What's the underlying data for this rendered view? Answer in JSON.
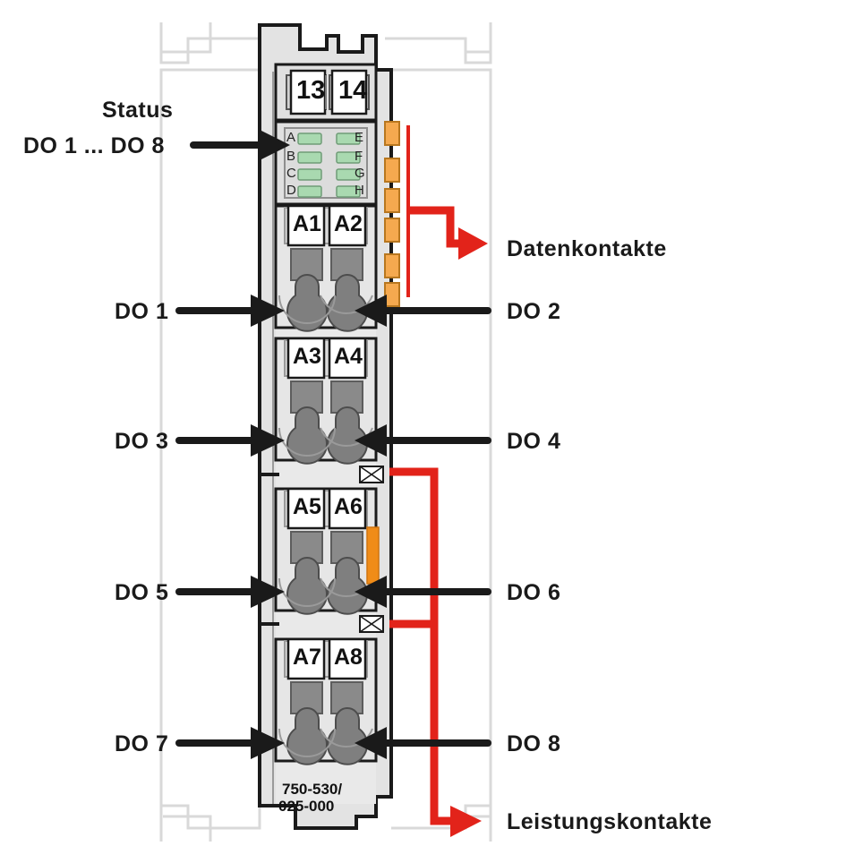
{
  "diagram": {
    "title": "WAGO 750-530/025-000 digital output module terminal assignment",
    "model_number_line1": "750-530/",
    "model_number_line2": "025-000",
    "colors": {
      "red_accent": "#e2231a",
      "orange_contact": "#f5a94f",
      "orange_power": "#f08c18",
      "module_body": "#e3e3e3",
      "module_body_dark": "#d6d6d6",
      "led_green": "#a9d9b0",
      "terminal_gray": "#7f7f7f",
      "square_gray": "#8a8a8a",
      "outline": "#1a1a1a",
      "ghost_outline": "#d9d9d9"
    }
  },
  "left_labels": {
    "status": "Status",
    "status_range": "DO 1 ... DO 8",
    "do1": "DO 1",
    "do3": "DO 3",
    "do5": "DO 5",
    "do7": "DO 7"
  },
  "right_labels": {
    "data_contacts": "Datenkontakte",
    "do2": "DO 2",
    "do4": "DO 4",
    "do6": "DO 6",
    "do8": "DO 8",
    "power_contacts": "Leistungskontakte"
  },
  "module": {
    "top_terminals": [
      "13",
      "14"
    ],
    "led_block": {
      "left_letters": [
        "A",
        "B",
        "C",
        "D"
      ],
      "right_letters": [
        "E",
        "F",
        "G",
        "H"
      ],
      "led_count": 8,
      "led_color": "#a9d9b0"
    },
    "connector_groups": [
      {
        "labels": [
          "A1",
          "A2"
        ],
        "outputs": [
          "DO 1",
          "DO 2"
        ]
      },
      {
        "labels": [
          "A3",
          "A4"
        ],
        "outputs": [
          "DO 3",
          "DO 4"
        ]
      },
      {
        "labels": [
          "A5",
          "A6"
        ],
        "outputs": [
          "DO 5",
          "DO 6"
        ]
      },
      {
        "labels": [
          "A7",
          "A8"
        ],
        "outputs": [
          "DO 7",
          "DO 8"
        ]
      }
    ],
    "data_contact_tabs": 6,
    "power_contact_strip": true
  }
}
